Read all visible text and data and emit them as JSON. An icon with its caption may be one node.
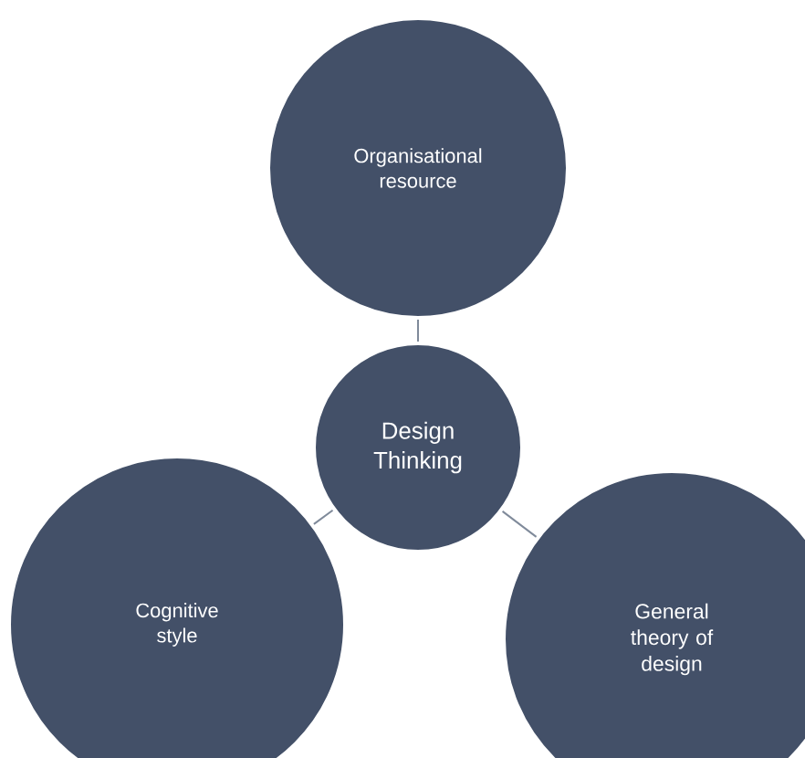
{
  "diagram": {
    "nodes": [
      {
        "text": [
          "Organisational resource"
        ]
      },
      {
        "text": [
          "Design Thinking"
        ]
      },
      {
        "text": [
          "Cognitive style"
        ]
      },
      {
        "text": [
          "General theory of design"
        ]
      }
    ],
    "edges": [
      {
        "from": 1,
        "to": 0,
        "arrow": "none"
      },
      {
        "from": 1,
        "to": 2,
        "arrow": "none"
      },
      {
        "from": 1,
        "to": 3,
        "arrow": "none"
      }
    ]
  }
}
